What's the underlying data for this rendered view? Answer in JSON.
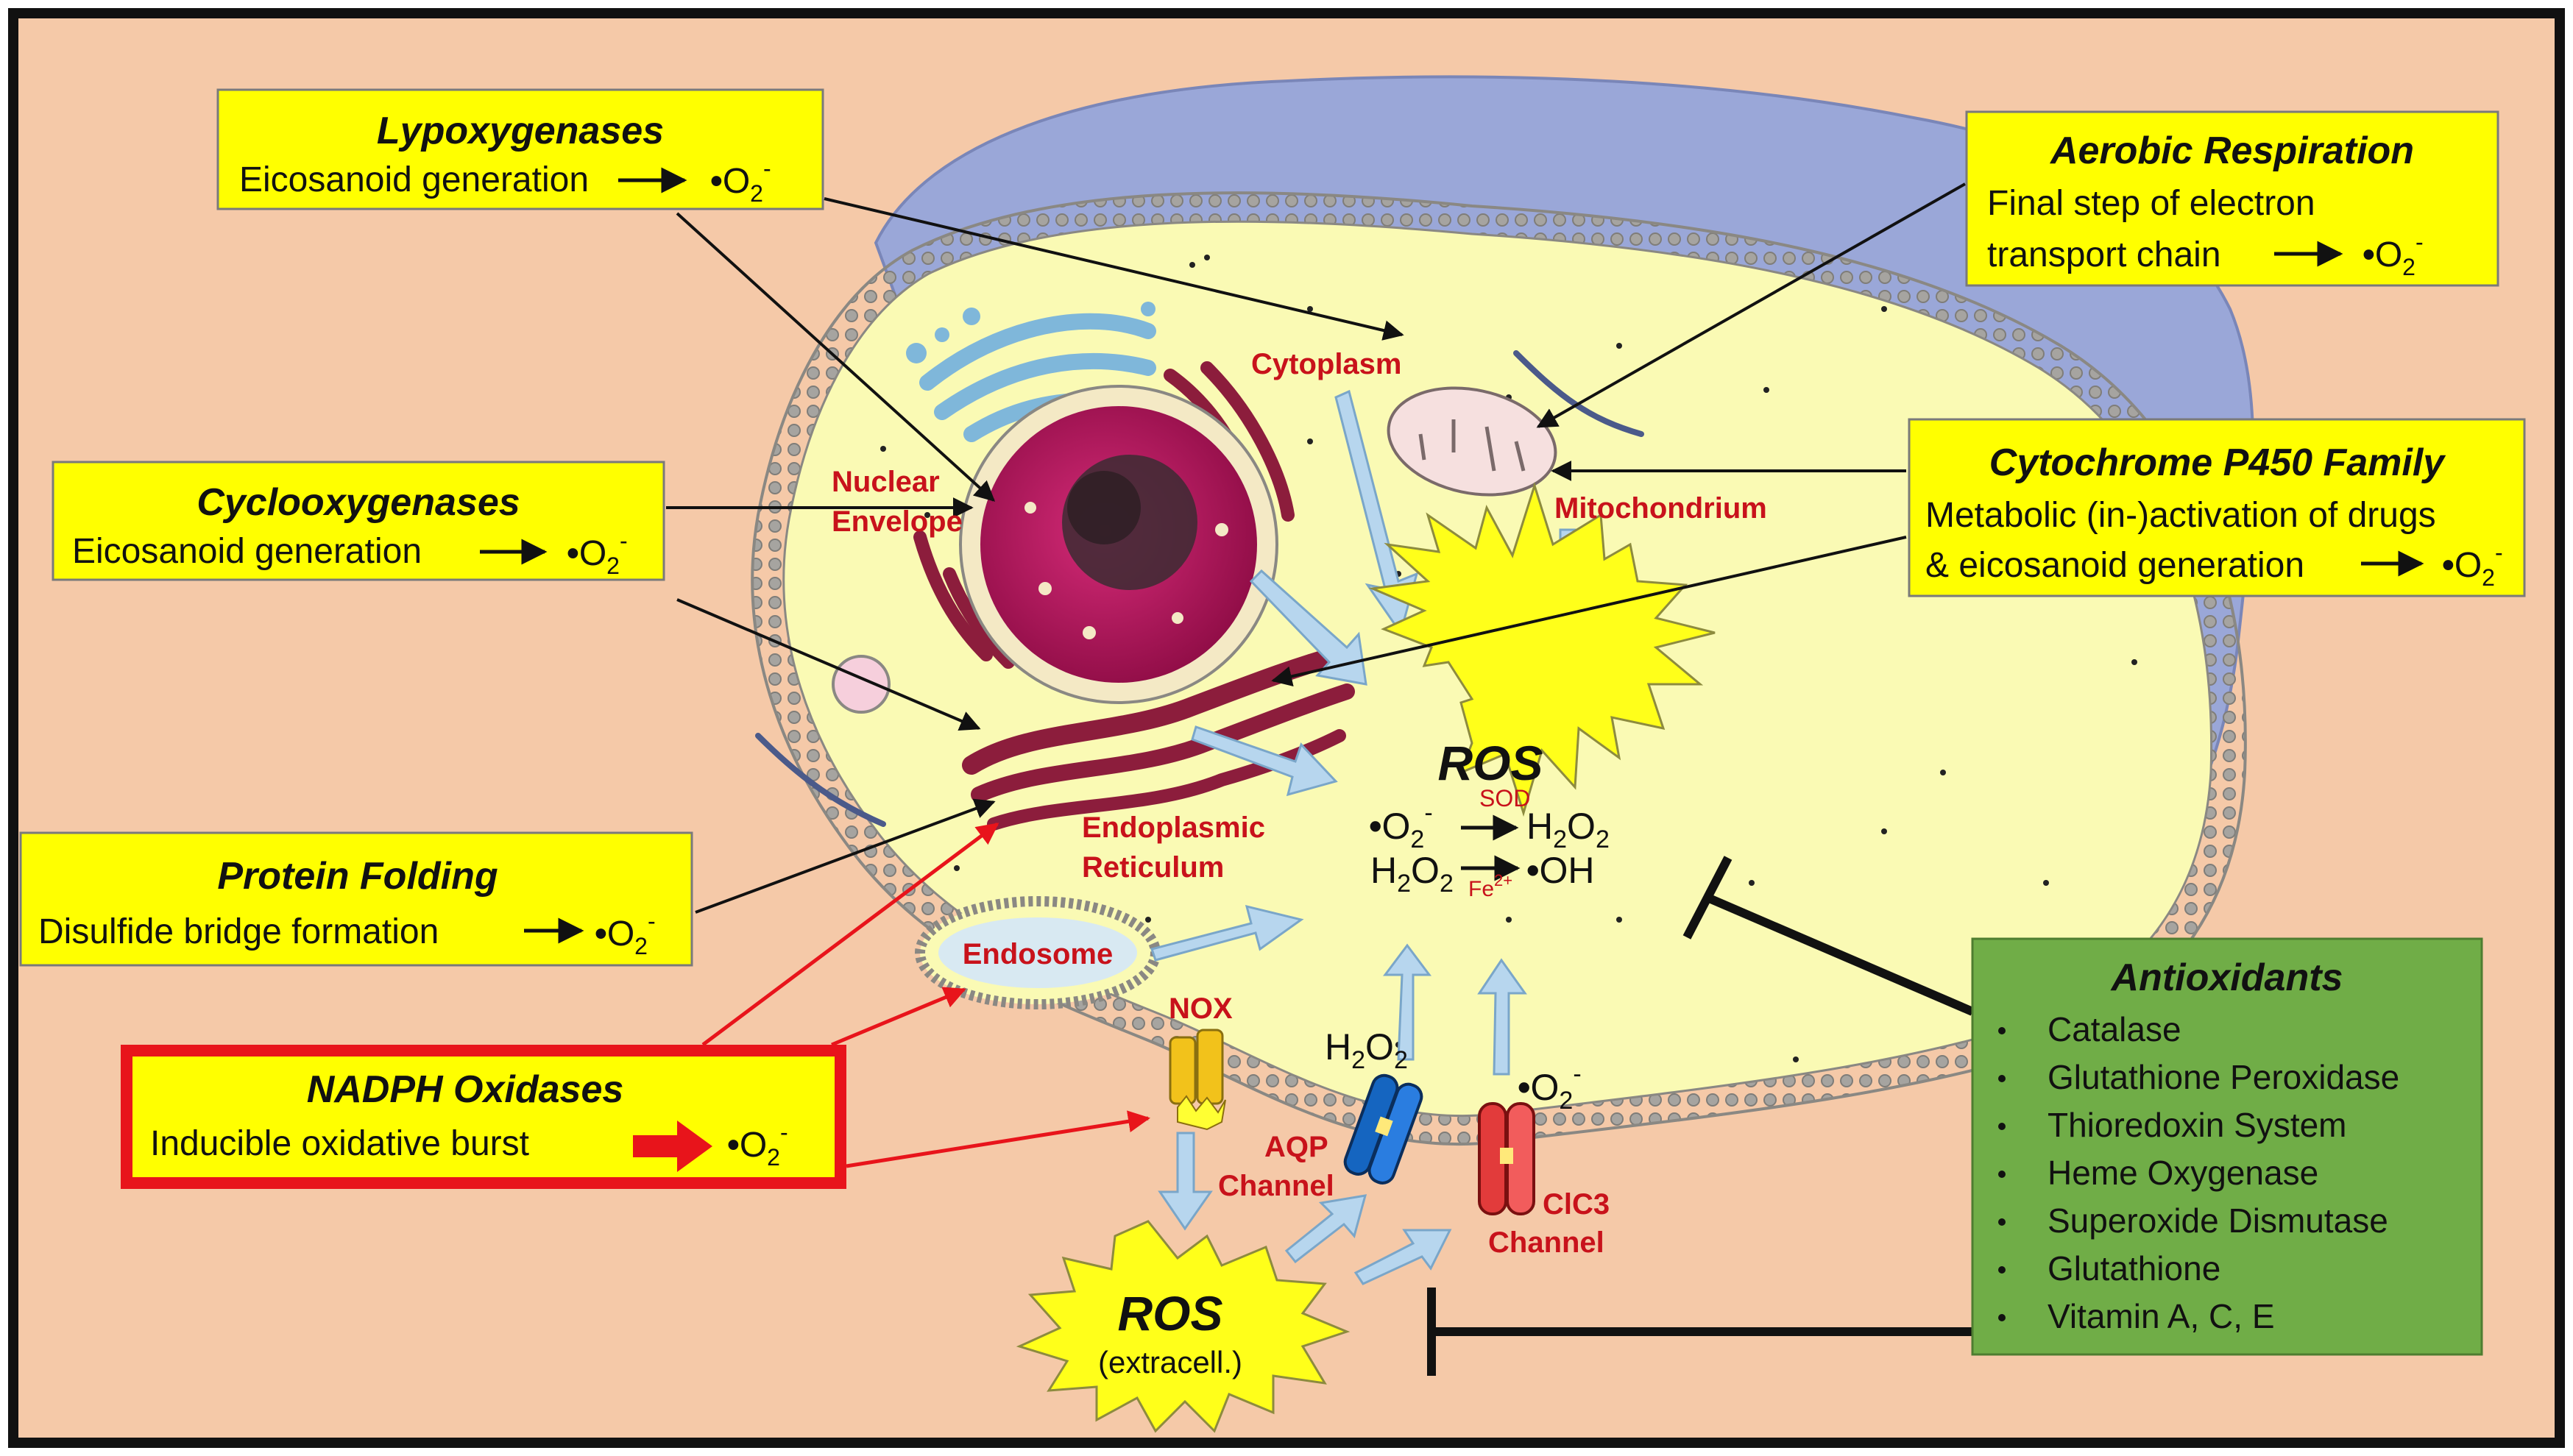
{
  "colors": {
    "background": "#f5c9a8",
    "box_fill": "#ffff00",
    "cell_fill": "#fafab4",
    "nucleus": "#a50f4e",
    "er": "#8c1d3c",
    "golgi": "#8cc2e0",
    "arrow_blue": "#b7d6ee",
    "ros_fill": "#ffff1a",
    "red": "#e8141b",
    "antioxidant_fill": "#70ad47"
  },
  "boxes": {
    "lypoxygenases": {
      "title": "Lypoxygenases",
      "body": "Eicosanoid generation",
      "product": "O",
      "sub": "2",
      "sup": "-"
    },
    "cyclooxygenases": {
      "title": "Cyclooxygenases",
      "body": "Eicosanoid generation",
      "product": "O",
      "sub": "2",
      "sup": "-"
    },
    "protein_folding": {
      "title": "Protein Folding",
      "body": "Disulfide bridge formation",
      "product": "O",
      "sub": "2",
      "sup": "-"
    },
    "nadph": {
      "title": "NADPH Oxidases",
      "body": "Inducible oxidative burst",
      "product": "O",
      "sub": "2",
      "sup": "-"
    },
    "aerobic": {
      "title": "Aerobic Respiration",
      "line1": "Final step of electron",
      "line2": "transport chain",
      "product": "O",
      "sub": "2",
      "sup": "-"
    },
    "p450": {
      "title": "Cytochrome P450 Family",
      "line1": "Metabolic (in-)activation of drugs",
      "line2": "& eicosanoid generation",
      "product": "O",
      "sub": "2",
      "sup": "-"
    }
  },
  "organelles": {
    "cytoplasm": "Cytoplasm",
    "nuclear_1": "Nuclear",
    "nuclear_2": "Envelope",
    "mitochondrium": "Mitochondrium",
    "er_1": "Endoplasmic",
    "er_2": "Reticulum",
    "endosome": "Endosome",
    "nox": "NOX",
    "aqp_1": "AQP",
    "aqp_2": "Channel",
    "clc_1": "ClC3",
    "clc_2": "Channel"
  },
  "ros_intra": {
    "title": "ROS",
    "eq1_left": "O",
    "eq1_left_sub": "2",
    "eq1_left_sup": "-",
    "sod": "SOD",
    "eq1_right": "H",
    "eq1_right_sub": "2",
    "eq1_right_tail": "O",
    "eq1_right_sub2": "2",
    "eq2_left": "H",
    "eq2_left_sub": "2",
    "eq2_left_tail": "O",
    "eq2_left_sub2": "2",
    "fe": "Fe",
    "fe_sup": "2+",
    "eq2_right": "OH"
  },
  "membrane_labels": {
    "h2o2": "H",
    "h2o2_sub": "2",
    "h2o2_tail": "O",
    "h2o2_sub2": "2",
    "o2": "O",
    "o2_sub": "2",
    "o2_sup": "-"
  },
  "ros_extra": {
    "title": "ROS",
    "subtitle": "(extracell.)"
  },
  "antioxidants": {
    "title": "Antioxidants",
    "items": [
      "Catalase",
      "Glutathione Peroxidase",
      "Thioredoxin System",
      "Heme Oxygenase",
      "Superoxide Dismutase",
      "Glutathione",
      "Vitamin A, C, E"
    ]
  }
}
